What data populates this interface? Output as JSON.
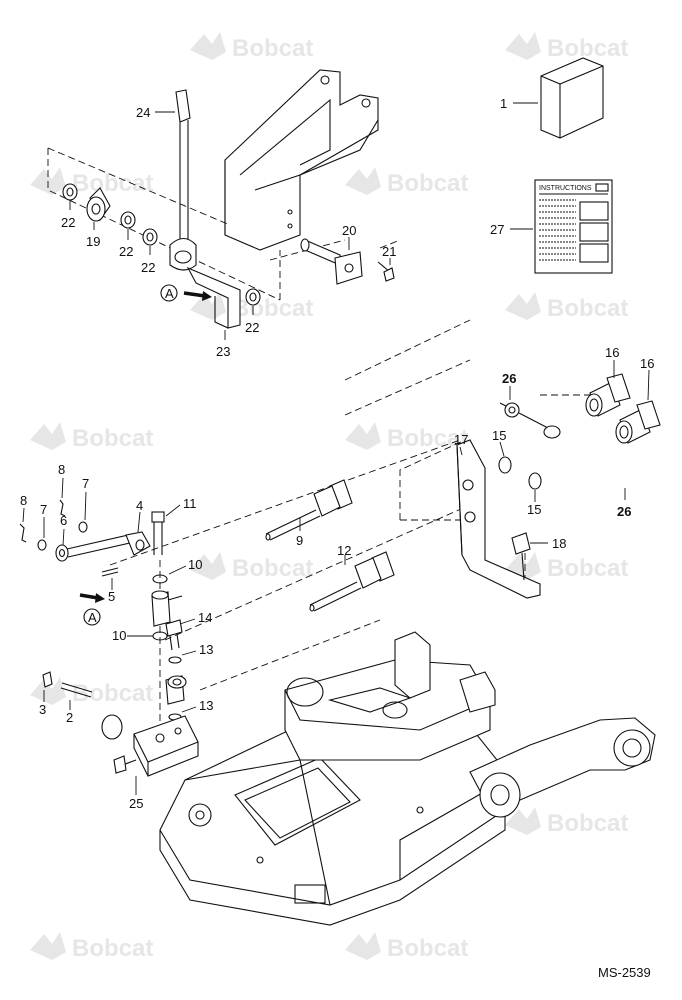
{
  "watermark": {
    "text": "Bobcat"
  },
  "drawing_number": "MS-2539",
  "instructions_label": "INSTRUCTIONS",
  "view_marker": "A",
  "callouts": {
    "c1": "1",
    "c2": "2",
    "c3": "3",
    "c4": "4",
    "c5": "5",
    "c6": "6",
    "c7a": "7",
    "c7b": "7",
    "c8a": "8",
    "c8b": "8",
    "c9": "9",
    "c10a": "10",
    "c10b": "10",
    "c11": "11",
    "c12": "12",
    "c13a": "13",
    "c13b": "13",
    "c14": "14",
    "c15a": "15",
    "c15b": "15",
    "c16a": "16",
    "c16b": "16",
    "c17": "17",
    "c18": "18",
    "c19": "19",
    "c20": "20",
    "c21": "21",
    "c22a": "22",
    "c22b": "22",
    "c22c": "22",
    "c22d": "22",
    "c23": "23",
    "c24": "24",
    "c25": "25",
    "c26a": "26",
    "c26b": "26",
    "c27": "27"
  }
}
